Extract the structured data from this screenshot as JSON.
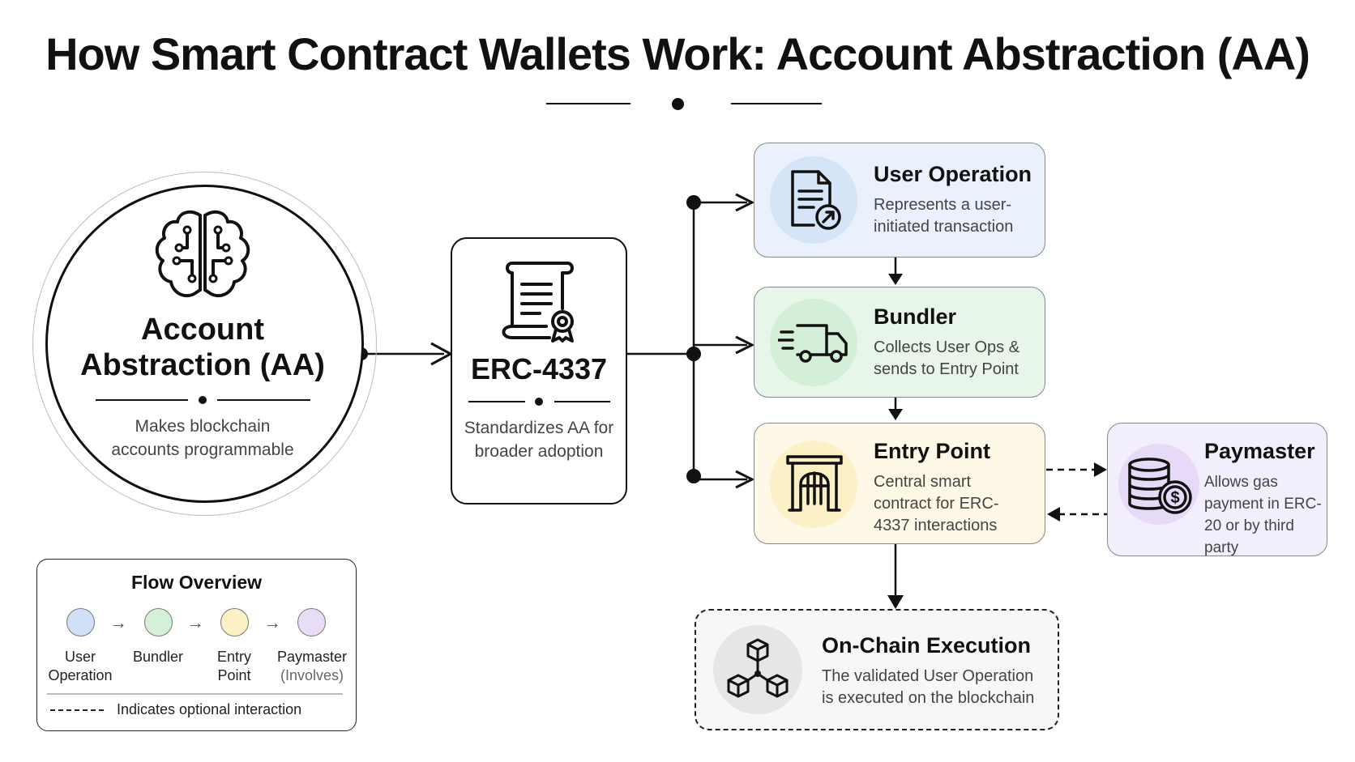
{
  "title": "How Smart Contract Wallets Work: Account Abstraction (AA)",
  "account_abstraction": {
    "title": "Account Abstraction (AA)",
    "description": "Makes blockchain accounts programmable",
    "icon": "brain-circuit-icon"
  },
  "erc4337": {
    "title": "ERC-4337",
    "description": "Standardizes AA for broader adoption",
    "icon": "certificate-scroll-icon"
  },
  "steps": {
    "user_operation": {
      "title": "User Operation",
      "description": "Represents a user-initiated transaction",
      "icon": "document-arrow-icon",
      "color": "#eaf1fc"
    },
    "bundler": {
      "title": "Bundler",
      "description": "Collects User Ops & sends to Entry Point",
      "icon": "delivery-truck-icon",
      "color": "#e8f6ea"
    },
    "entry_point": {
      "title": "Entry Point",
      "description": "Central smart contract for ERC-4337 interactions",
      "icon": "gateway-icon",
      "color": "#fdf9e6"
    },
    "paymaster": {
      "title": "Paymaster",
      "description": "Allows gas payment in ERC-20 or by third party",
      "icon": "coin-stack-icon",
      "color": "#f3eefc"
    },
    "on_chain_execution": {
      "title": "On-Chain Execution",
      "description": "The validated User Operation is executed on the blockchain",
      "icon": "blockchain-cubes-icon",
      "color": "#f7f7f7"
    }
  },
  "legend": {
    "title": "Flow Overview",
    "items": [
      {
        "label": "User",
        "label2": "Operation",
        "color": "#cfe0f7"
      },
      {
        "label": "Bundler",
        "label2": "",
        "color": "#d4f0d6"
      },
      {
        "label": "Entry",
        "label2": "Point",
        "color": "#fbf1c4"
      },
      {
        "label": "Paymaster",
        "label2": "(Involves)",
        "color": "#e8dcf7"
      }
    ],
    "arrow": "→",
    "note": "Indicates optional interaction"
  }
}
